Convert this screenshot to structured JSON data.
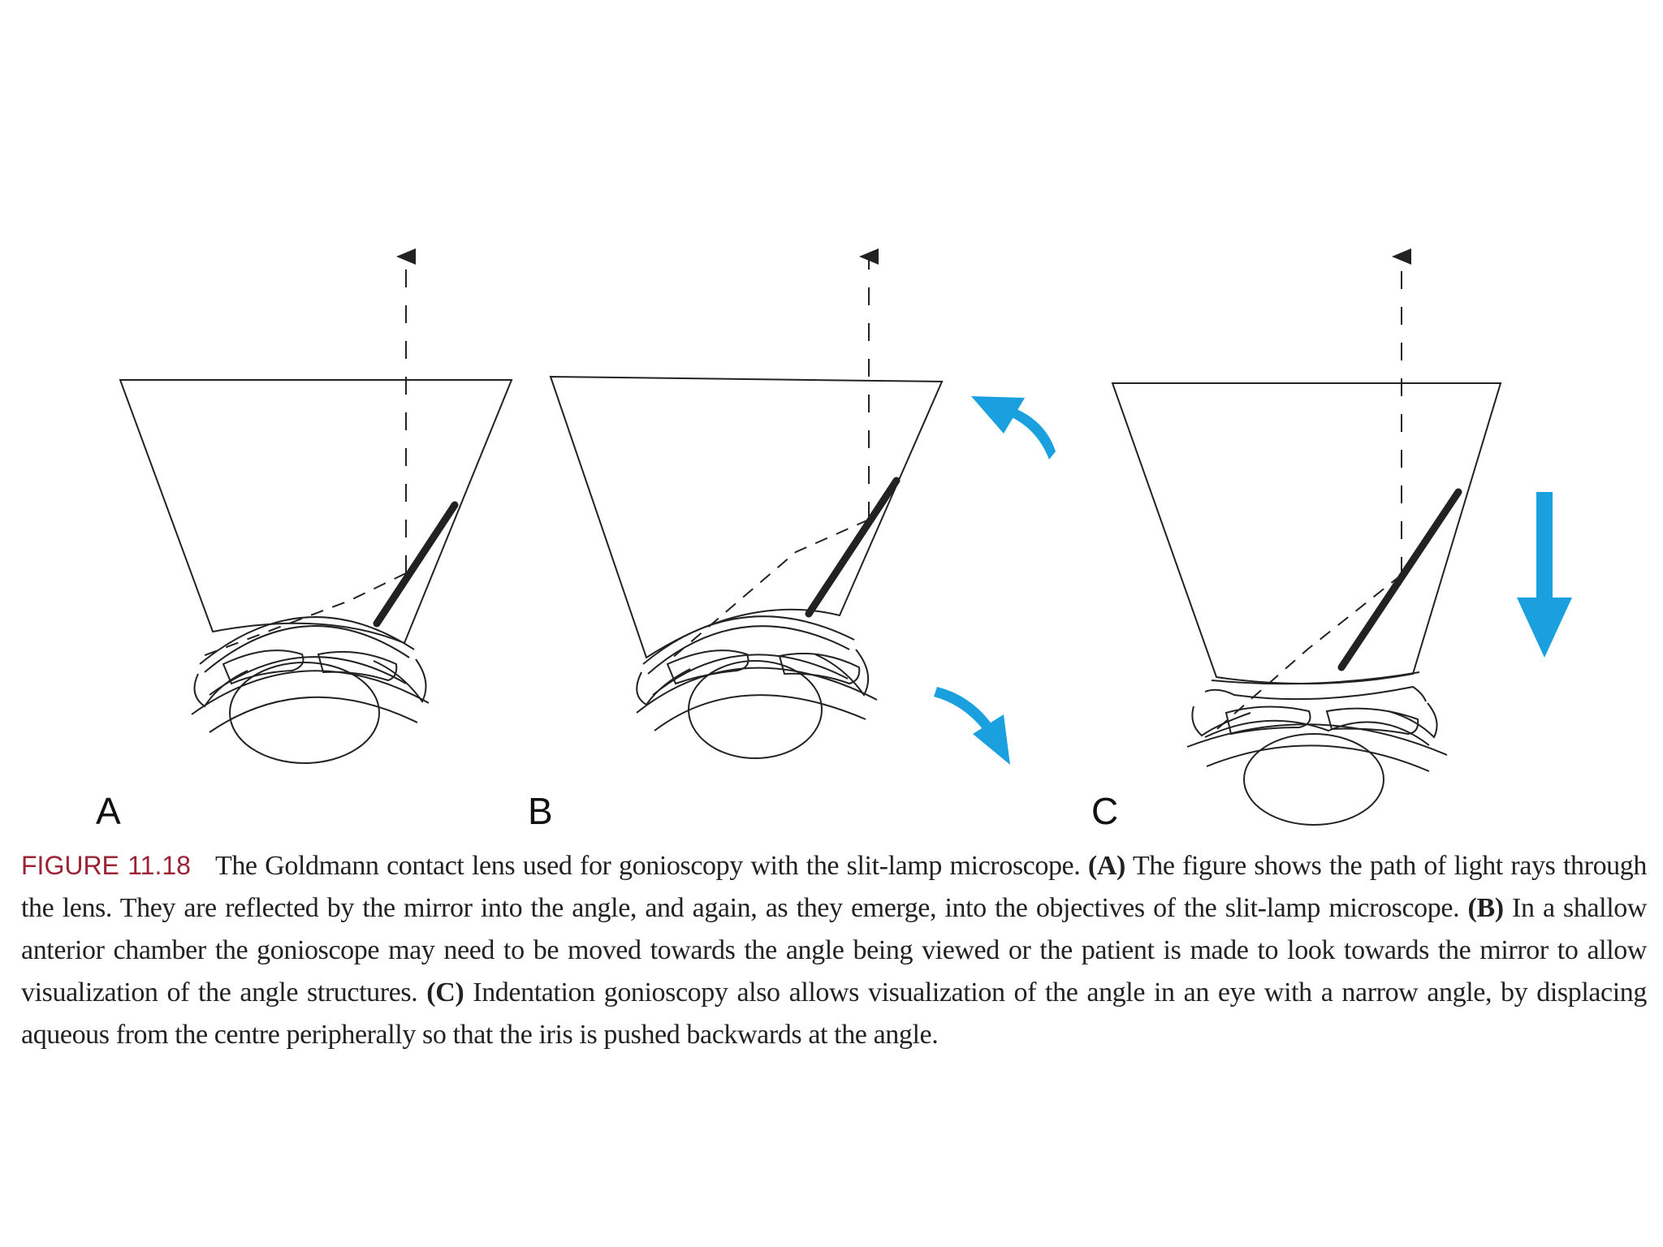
{
  "figure": {
    "panels": [
      {
        "id": "A",
        "label": "A"
      },
      {
        "id": "B",
        "label": "B"
      },
      {
        "id": "C",
        "label": "C"
      }
    ],
    "arrow_color": "#1ba0df",
    "line_color": "#222222"
  },
  "caption": {
    "figure_number": "FIGURE 11.18",
    "seg1": "The Goldmann contact lens used for gonioscopy with the slit-lamp microscope. ",
    "refA": "(A)",
    "seg2": " The figure shows the path of light rays through the lens. They are reflected by the mirror into the angle, and again, as they emerge, into the objectives of the slit-lamp microscope. ",
    "refB": "(B)",
    "seg3": " In a shallow anterior chamber the gonioscope may need to be moved towards the angle being viewed or the patient is made to look towards the mirror to allow visualization of the angle structures. ",
    "refC": "(C)",
    "seg4": " Indentation gonioscopy also allows visualization of the angle in an eye with a narrow angle, by displacing aqueous from the centre peripherally so that the iris is pushed backwards at the angle."
  }
}
